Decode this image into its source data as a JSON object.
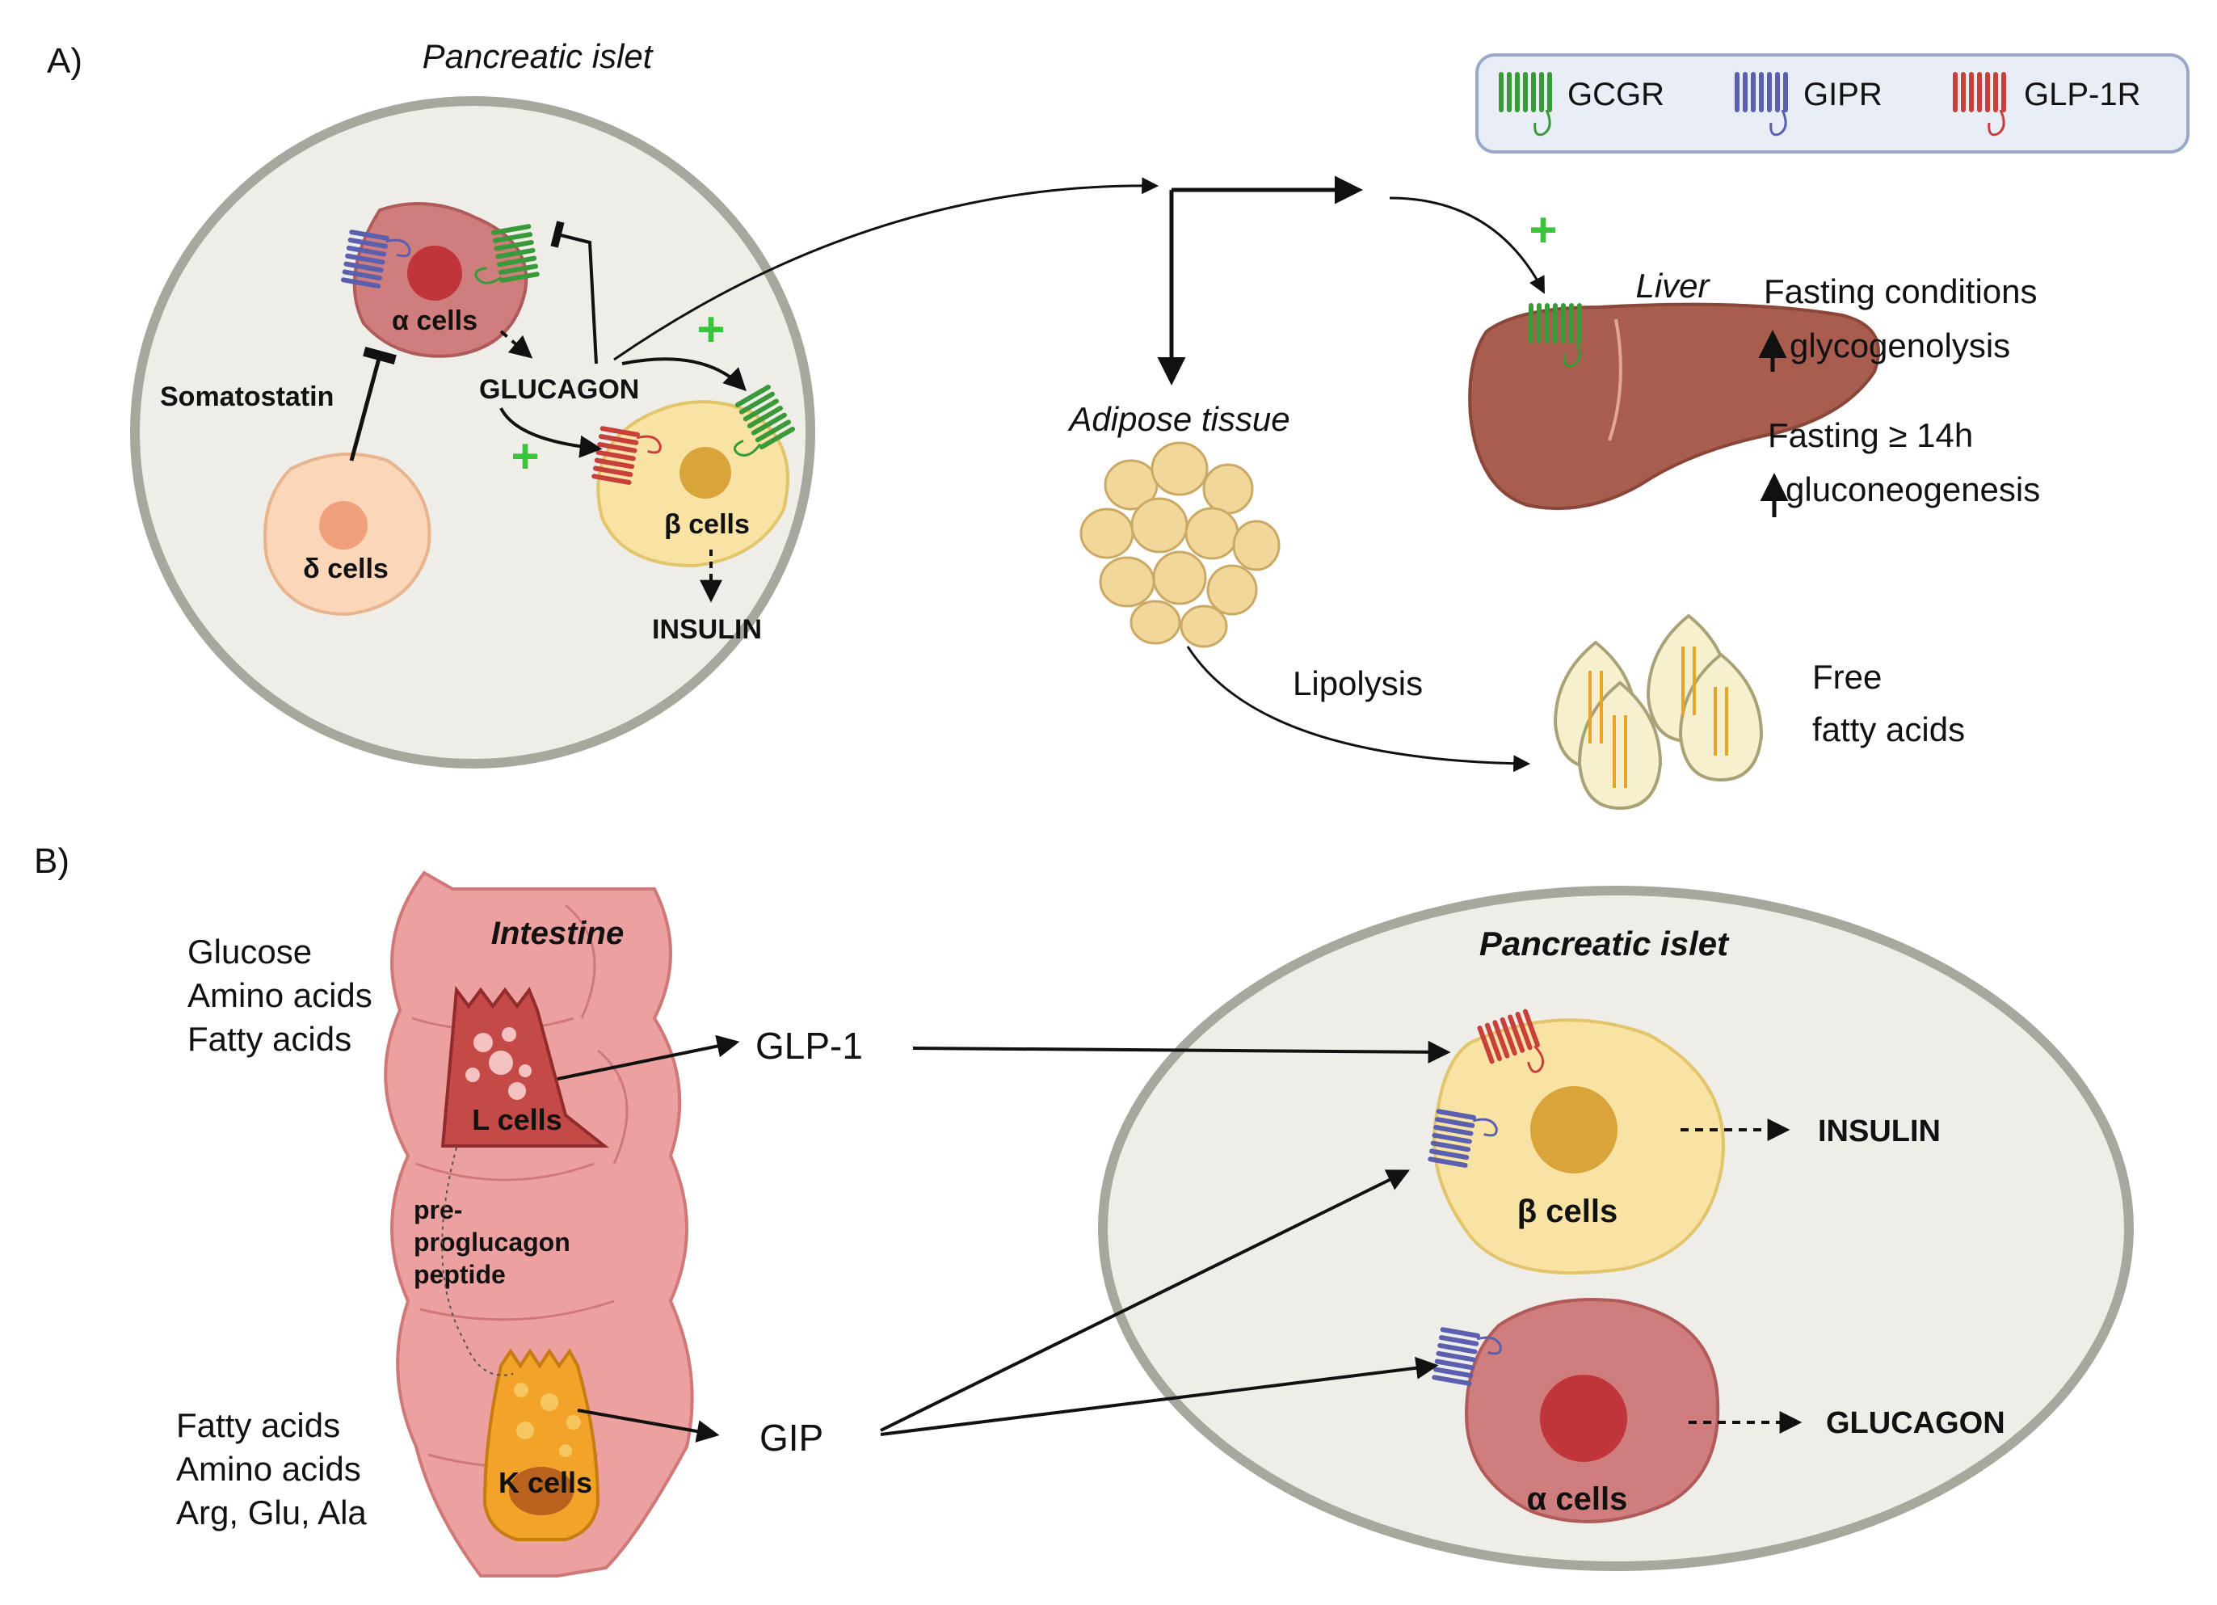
{
  "panel_a": {
    "label": "A)",
    "islet_title": "Pancreatic islet",
    "alpha_cells": "α cells",
    "beta_cells": "β cells",
    "delta_cells": "δ cells",
    "somatostatin": "Somatostatin",
    "glucagon": "GLUCAGON",
    "insulin": "INSULIN",
    "plus": "+",
    "adipose": "Adipose tissue",
    "liver": "Liver",
    "fasting_conditions": "Fasting conditions",
    "glycogenolysis": "glycogenolysis",
    "fasting_14h": "Fasting ≥ 14h",
    "gluconeogenesis": "gluconeogenesis",
    "lipolysis": "Lipolysis",
    "ffa_line1": "Free",
    "ffa_line2": "fatty acids"
  },
  "legend": {
    "items": [
      {
        "label": "GCGR",
        "color": "#3a9a3a"
      },
      {
        "label": "GIPR",
        "color": "#5b5fb0"
      },
      {
        "label": "GLP-1R",
        "color": "#c8403c"
      }
    ]
  },
  "panel_b": {
    "label": "B)",
    "intestine": "Intestine",
    "l_nutrients": [
      "Glucose",
      "Amino acids",
      "Fatty acids"
    ],
    "k_nutrients": [
      "Fatty acids",
      "Amino acids",
      "Arg, Glu, Ala"
    ],
    "l_cells": "L cells",
    "k_cells": "K cells",
    "preproglucagon": [
      "pre-",
      "proglucagon",
      "peptide"
    ],
    "glp1": "GLP-1",
    "gip": "GIP",
    "islet_title": "Pancreatic islet",
    "beta_cells": "β cells",
    "alpha_cells": "α cells",
    "insulin": "INSULIN",
    "glucagon": "GLUCAGON"
  },
  "colors": {
    "islet_fill": "#eeede8",
    "islet_stroke": "#a8a79e",
    "alpha_fill": "#cf7d7d",
    "beta_fill": "#f8e3a4",
    "delta_fill": "#fbd6b8",
    "liver": "#a85d4e",
    "plus": "#3ac43a",
    "intestine": "#eda0a0",
    "l_cell": "#c44a48",
    "k_cell": "#f1a32a"
  }
}
